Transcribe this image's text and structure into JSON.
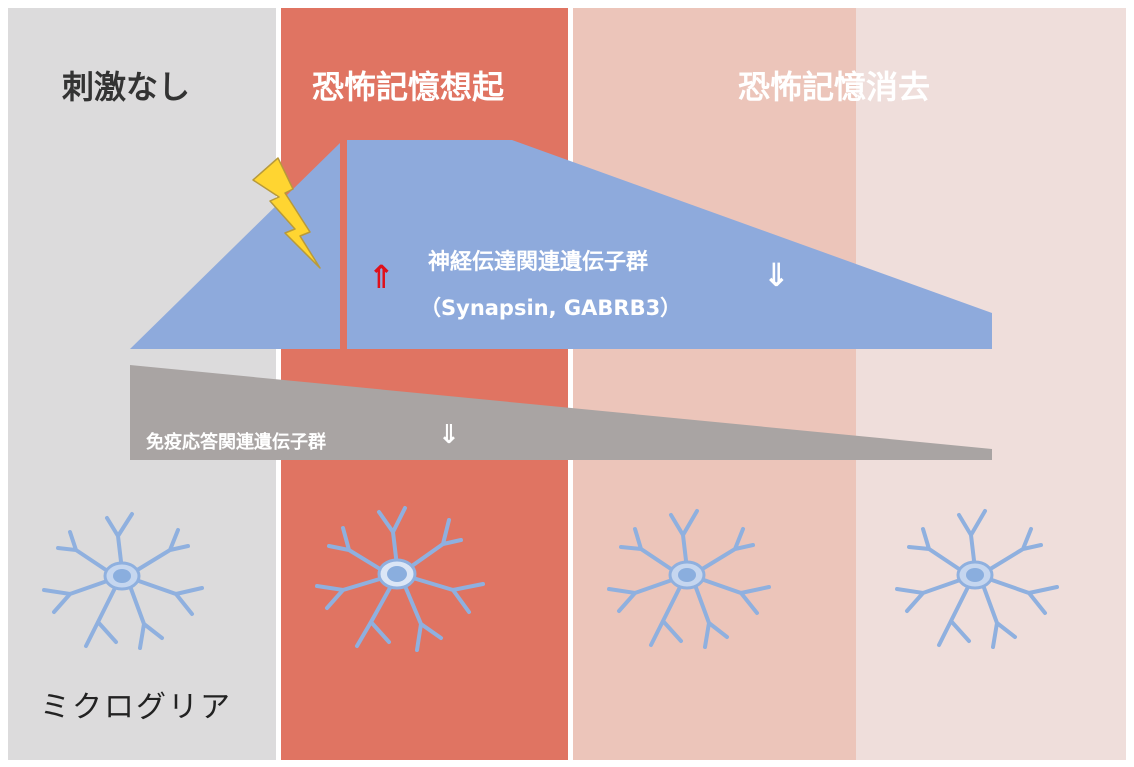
{
  "columns": {
    "no_stimulus": "刺激なし",
    "fear_recall": "恐怖記憶想起",
    "fear_extinction": "恐怖記憶消去"
  },
  "neuro_genes": {
    "label": "神経伝達関連遺伝子群",
    "examples": "（Synapsin, GABRB3）",
    "up_arrow": "⇑",
    "down_arrow": "⇓"
  },
  "immune_genes": {
    "label": "免疫応答関連遺伝子群",
    "down_arrow": "⇓"
  },
  "cell_label": "ミクログリア",
  "colors": {
    "gray_column": "#dcdbdc",
    "recall_column": "#e07462",
    "extinction_column_1": "#ecc5ba",
    "extinction_column_2": "#efdedb",
    "neuro_band": "#8eaadc",
    "immune_band": "#a9a4a3",
    "up_arrow": "#e0101a",
    "lightning": "#ffd531"
  },
  "icons": [
    "lightning-bolt-icon",
    "microglia-icon"
  ]
}
